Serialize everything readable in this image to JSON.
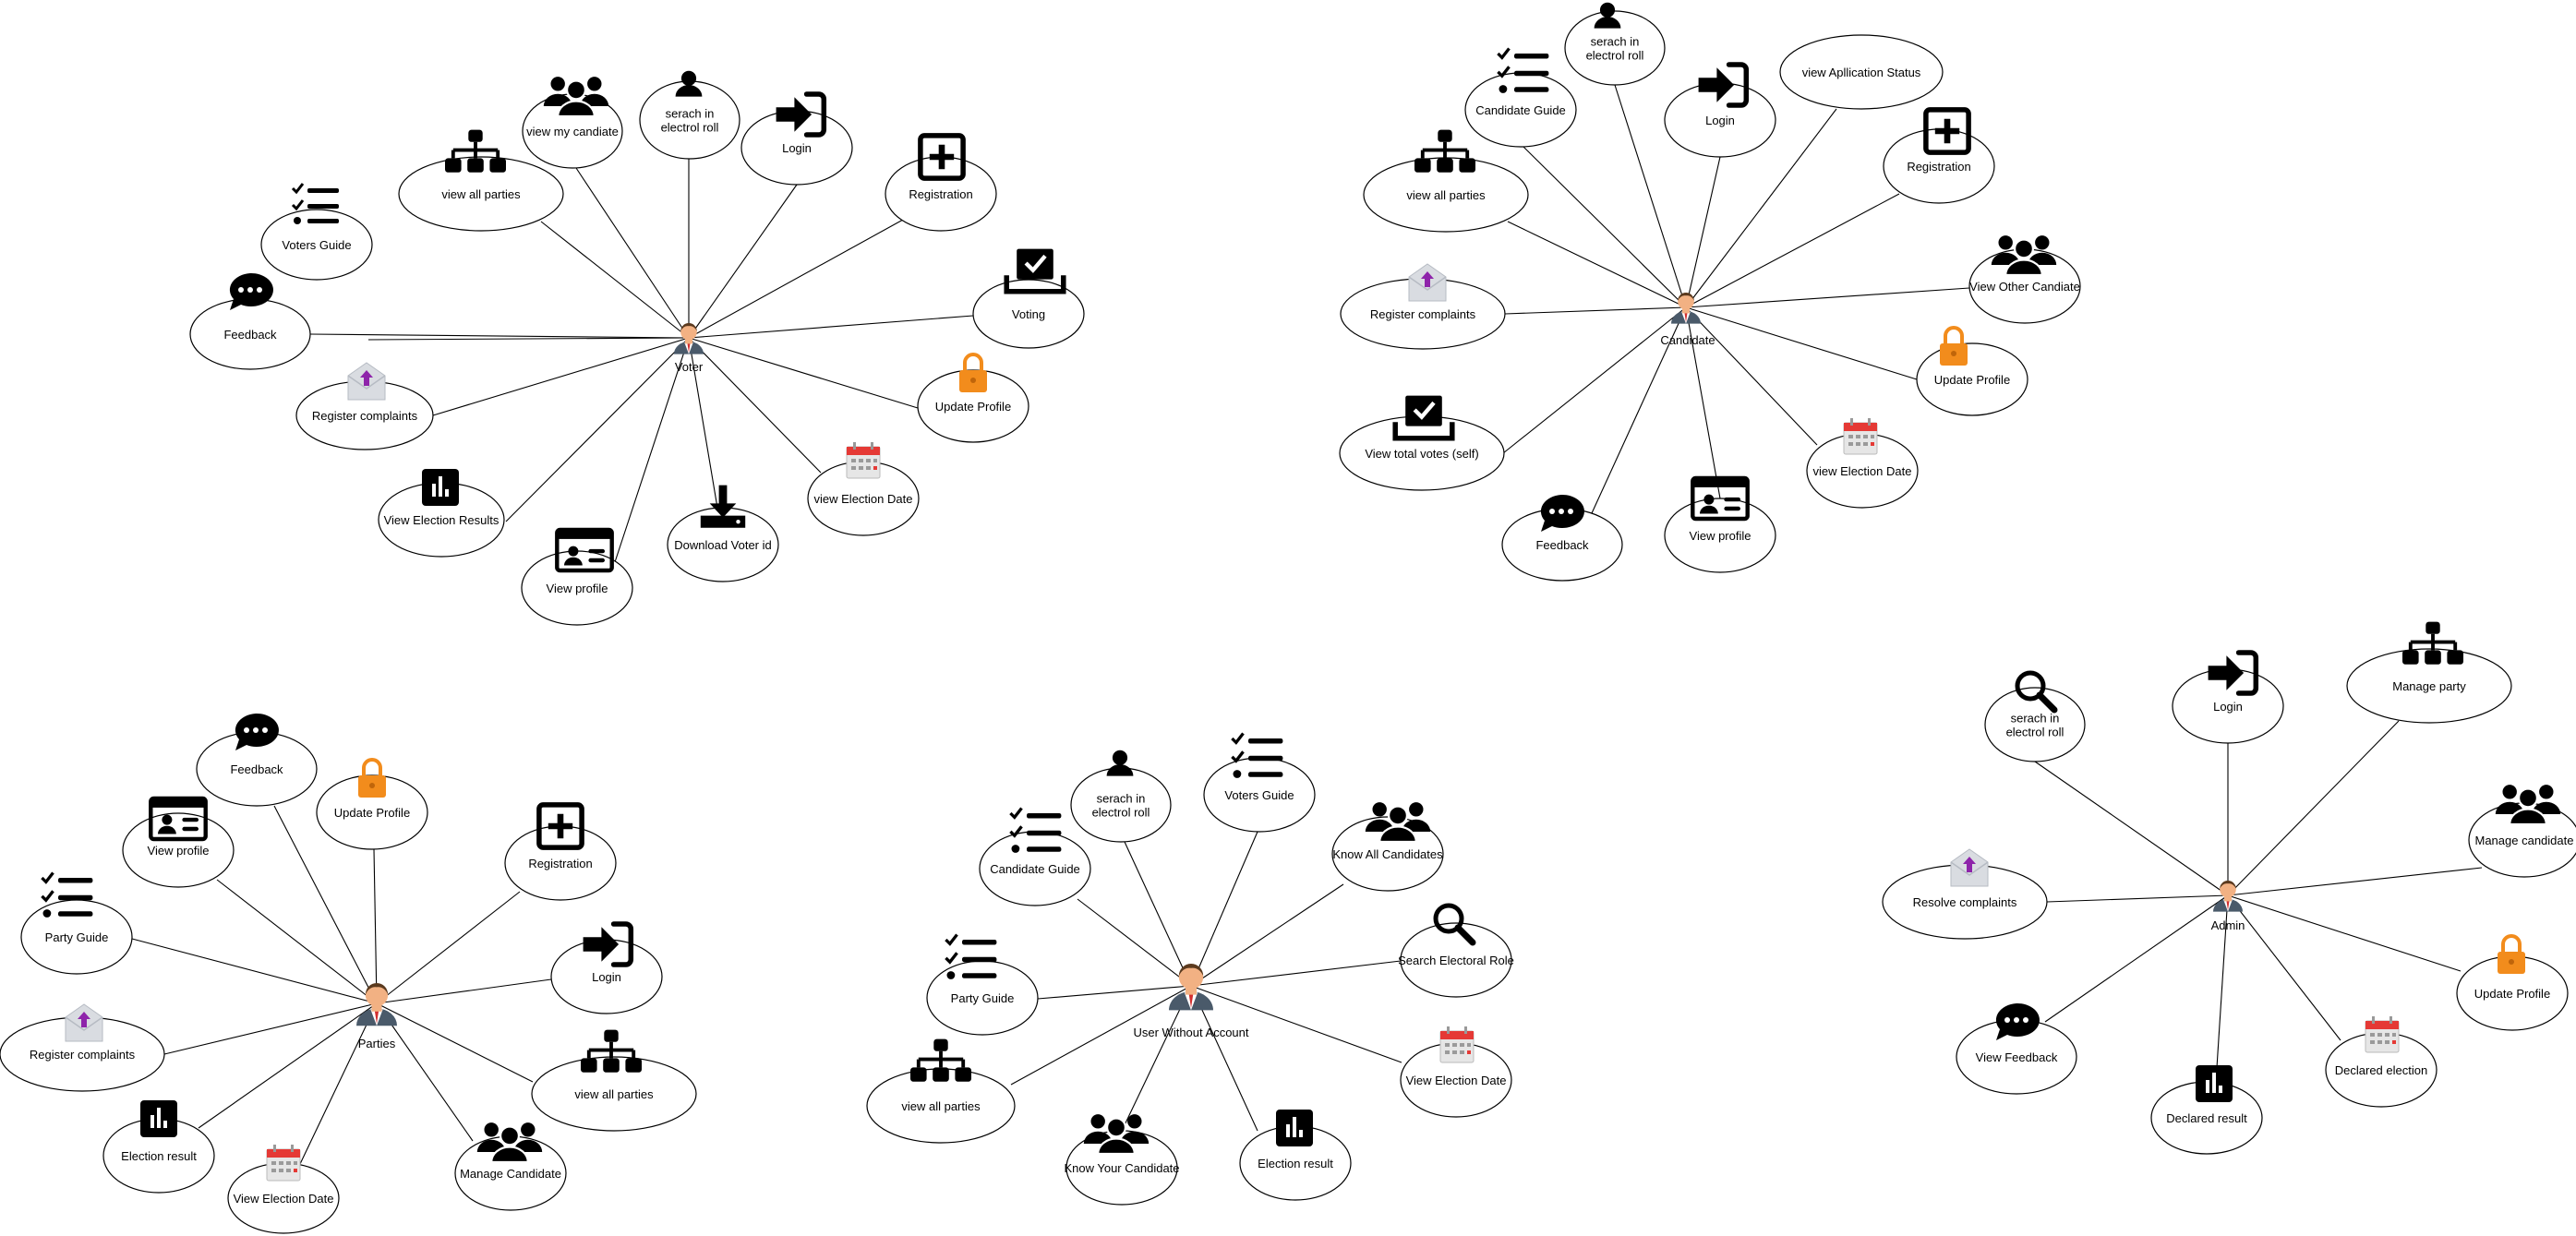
{
  "colors": {
    "line": "#000000",
    "node_fill": "#ffffff",
    "icon": "#000000",
    "lock": "#f28c1c",
    "calendar_red": "#e53935",
    "complaint_purple": "#8e24aa",
    "actor_suit": "#4a5a6a",
    "actor_skin": "#f2b183"
  },
  "diagrams": [
    {
      "id": "voter",
      "actor": {
        "label": "Voter",
        "icon": "person-avatar-icon"
      },
      "nodes": [
        {
          "label": "Voters Guide",
          "icon": "checklist-icon"
        },
        {
          "label": "view all parties",
          "icon": "hierarchy-icon"
        },
        {
          "label": "view my candiate",
          "icon": "group-icon"
        },
        {
          "label": "serach in electrol roll",
          "icon": "person-icon"
        },
        {
          "label": "Login",
          "icon": "login-icon"
        },
        {
          "label": "Registration",
          "icon": "plus-box-icon"
        },
        {
          "label": "Voting",
          "icon": "ballot-check-icon"
        },
        {
          "label": "Update Profile",
          "icon": "lock-icon"
        },
        {
          "label": "view Election Date",
          "icon": "calendar-icon"
        },
        {
          "label": "Download Voter id",
          "icon": "download-icon"
        },
        {
          "label": "View profile",
          "icon": "id-card-icon"
        },
        {
          "label": "View Election Results",
          "icon": "bar-chart-icon"
        },
        {
          "label": "Register complaints",
          "icon": "mail-upload-icon"
        },
        {
          "label": "Feedback",
          "icon": "speech-bubble-icon"
        }
      ]
    },
    {
      "id": "candidate",
      "actor": {
        "label": "Candidate",
        "icon": "person-avatar-icon"
      },
      "nodes": [
        {
          "label": "Candidate Guide",
          "icon": "checklist-icon"
        },
        {
          "label": "serach in electrol roll",
          "icon": "person-icon"
        },
        {
          "label": "Login",
          "icon": "login-icon"
        },
        {
          "label": "view Apllication Status",
          "icon": ""
        },
        {
          "label": "Registration",
          "icon": "plus-box-icon"
        },
        {
          "label": "View Other Candiate",
          "icon": "group-icon"
        },
        {
          "label": "Update Profile",
          "icon": "lock-icon"
        },
        {
          "label": "view Election Date",
          "icon": "calendar-icon"
        },
        {
          "label": "View profile",
          "icon": "id-card-icon"
        },
        {
          "label": "Feedback",
          "icon": "speech-bubble-icon"
        },
        {
          "label": "View total votes (self)",
          "icon": "ballot-check-icon"
        },
        {
          "label": "Register complaints",
          "icon": "mail-upload-icon"
        },
        {
          "label": "view all parties",
          "icon": "hierarchy-icon"
        }
      ]
    },
    {
      "id": "parties",
      "actor": {
        "label": "Parties",
        "icon": "person-avatar-icon"
      },
      "nodes": [
        {
          "label": "Feedback",
          "icon": "speech-bubble-icon"
        },
        {
          "label": "Update Profile",
          "icon": "lock-icon"
        },
        {
          "label": "View profile",
          "icon": "id-card-icon"
        },
        {
          "label": "Party Guide",
          "icon": "checklist-icon"
        },
        {
          "label": "Registration",
          "icon": "plus-box-icon"
        },
        {
          "label": "Login",
          "icon": "login-icon"
        },
        {
          "label": "Register complaints",
          "icon": "mail-upload-icon"
        },
        {
          "label": "view all parties",
          "icon": "hierarchy-icon"
        },
        {
          "label": "Election result",
          "icon": "bar-chart-icon"
        },
        {
          "label": "View Election Date",
          "icon": "calendar-icon"
        },
        {
          "label": "Manage Candidate",
          "icon": "group-icon"
        }
      ]
    },
    {
      "id": "user-without-account",
      "actor": {
        "label": "User Without Account",
        "icon": "person-avatar-icon"
      },
      "nodes": [
        {
          "label": "serach in electrol roll",
          "icon": "person-icon"
        },
        {
          "label": "Voters Guide",
          "icon": "checklist-icon"
        },
        {
          "label": "Candidate Guide",
          "icon": "checklist-icon"
        },
        {
          "label": "Know All Candidates",
          "icon": "group-icon"
        },
        {
          "label": "Search Electoral Role",
          "icon": "search-icon"
        },
        {
          "label": "Party Guide",
          "icon": "checklist-icon"
        },
        {
          "label": "View Election Date",
          "icon": "calendar-icon"
        },
        {
          "label": "view all parties",
          "icon": "hierarchy-icon"
        },
        {
          "label": "Election result",
          "icon": "bar-chart-icon"
        },
        {
          "label": "Know Your Candidate",
          "icon": "group-icon"
        }
      ]
    },
    {
      "id": "admin",
      "actor": {
        "label": "Admin",
        "icon": "person-avatar-icon"
      },
      "nodes": [
        {
          "label": "serach in electrol roll",
          "icon": "search-icon"
        },
        {
          "label": "Login",
          "icon": "login-icon"
        },
        {
          "label": "Manage party",
          "icon": "hierarchy-icon"
        },
        {
          "label": "Manage candidate",
          "icon": "group-icon"
        },
        {
          "label": "Resolve complaints",
          "icon": "mail-upload-icon"
        },
        {
          "label": "Update Profile",
          "icon": "lock-icon"
        },
        {
          "label": "View  Feedback",
          "icon": "speech-bubble-icon"
        },
        {
          "label": "Declared election",
          "icon": "calendar-icon"
        },
        {
          "label": "Declared result",
          "icon": "bar-chart-icon"
        }
      ]
    }
  ]
}
